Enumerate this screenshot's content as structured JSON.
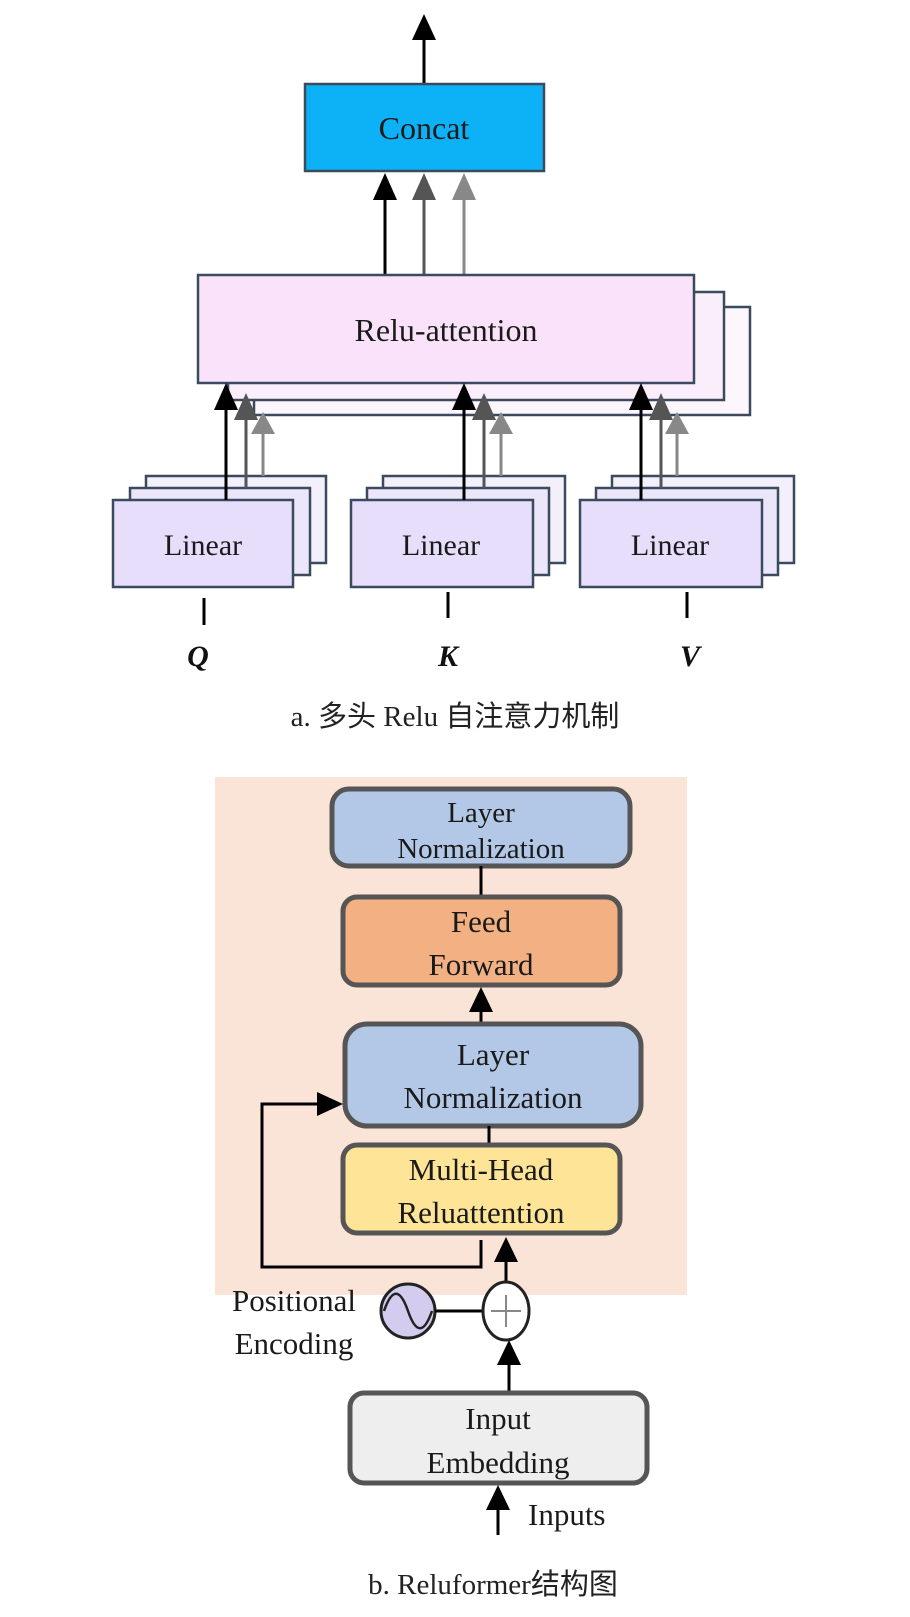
{
  "top_diagram": {
    "concat_label": "Concat",
    "attention_label": "Relu-attention",
    "linear_labels": [
      "Linear",
      "Linear",
      "Linear"
    ],
    "inputs": [
      "Q",
      "K",
      "V"
    ],
    "caption": "a. 多头 Relu 自注意力机制",
    "colors": {
      "concat": "#0db1f5",
      "attention": "#fae3fa",
      "linear": "#e6defa",
      "linear_back": "#f3f0fb"
    }
  },
  "bottom_diagram": {
    "layer_norm_top": [
      "Layer",
      "Normalization"
    ],
    "feed_forward": [
      "Feed",
      "Forward"
    ],
    "layer_norm_mid": [
      "Layer",
      "Normalization"
    ],
    "mha": [
      "Multi-Head",
      "Reluattention"
    ],
    "positional_encoding": [
      "Positional",
      "Encoding"
    ],
    "input_embedding": [
      "Input",
      "Embedding"
    ],
    "inputs_label": "Inputs",
    "caption": "b. Reluformer结构图",
    "colors": {
      "panel": "#fae3d7",
      "layer_norm": "#b3c7e6",
      "feed_forward": "#f3b083",
      "mha": "#fde496",
      "embedding": "#eeeeee"
    }
  }
}
